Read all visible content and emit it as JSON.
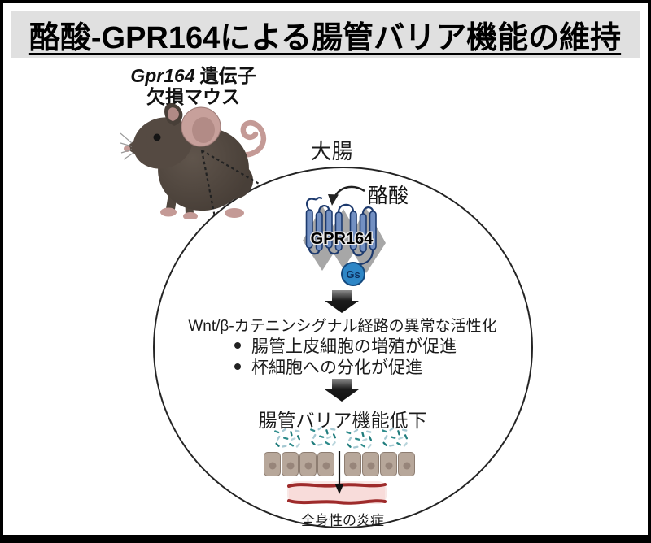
{
  "title": {
    "text": "酪酸-GPR164による腸管バリア機能の維持"
  },
  "mouse": {
    "gene": "Gpr164",
    "gene_suffix": "遺伝子",
    "line2": "欠損マウス"
  },
  "organ_label": "大腸",
  "signaling": {
    "ligand": "酪酸",
    "receptor": "GPR164",
    "g_protein": "Gs",
    "pathway_heading": "Wnt/β-カテニンシグナル経路の異常な活性化",
    "bullets": [
      "腸管上皮細胞の増殖が促進",
      "杯細胞への分化が促進"
    ]
  },
  "barrier_label": "腸管バリア機能低下",
  "outcome_label": "全身性の炎症",
  "colors": {
    "title_bg": "#e0e0e0",
    "helix_blue": "#7390c2",
    "helix_outline": "#1d3a6e",
    "membrane_gray": "#a7a7a7",
    "g_protein_blue": "#2e86c6",
    "bacteria_teal": "#2e8b8b",
    "bacteria_light": "#a5c8d2",
    "cell_tan": "#b7a79a",
    "vessel_red": "#9e2b2b",
    "vessel_pink": "#f8dcda",
    "mouse_body": "#55493f",
    "mouse_pink": "#c49a96"
  }
}
